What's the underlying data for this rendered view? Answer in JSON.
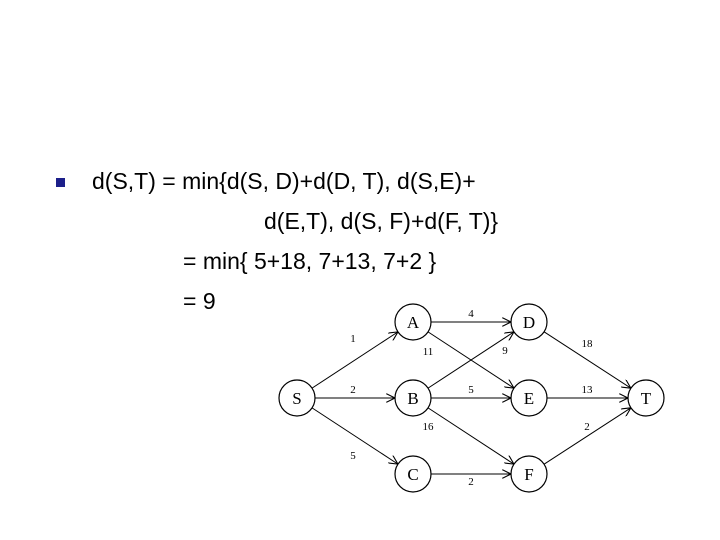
{
  "formula": {
    "line1": "d(S,T) = min{d(S, D)+d(D, T), d(S,E)+",
    "line2": "d(E,T), d(S, F)+d(F, T)}",
    "line3": "= min{ 5+18, 7+13, 7+2 }",
    "line4": "= 9"
  },
  "graph": {
    "nodes": [
      {
        "id": "S",
        "label": "S"
      },
      {
        "id": "A",
        "label": "A"
      },
      {
        "id": "B",
        "label": "B"
      },
      {
        "id": "C",
        "label": "C"
      },
      {
        "id": "D",
        "label": "D"
      },
      {
        "id": "E",
        "label": "E"
      },
      {
        "id": "F",
        "label": "F"
      },
      {
        "id": "T",
        "label": "T"
      }
    ],
    "edges": [
      {
        "from": "S",
        "to": "A",
        "weight": "1"
      },
      {
        "from": "S",
        "to": "B",
        "weight": "2"
      },
      {
        "from": "S",
        "to": "C",
        "weight": "5"
      },
      {
        "from": "A",
        "to": "D",
        "weight": "4"
      },
      {
        "from": "A",
        "to": "E",
        "weight": "11"
      },
      {
        "from": "B",
        "to": "D",
        "weight": "9"
      },
      {
        "from": "B",
        "to": "E",
        "weight": "5"
      },
      {
        "from": "B",
        "to": "F",
        "weight": "16"
      },
      {
        "from": "C",
        "to": "F",
        "weight": "2"
      },
      {
        "from": "D",
        "to": "T",
        "weight": "18"
      },
      {
        "from": "E",
        "to": "T",
        "weight": "13"
      },
      {
        "from": "F",
        "to": "T",
        "weight": "2"
      }
    ]
  }
}
